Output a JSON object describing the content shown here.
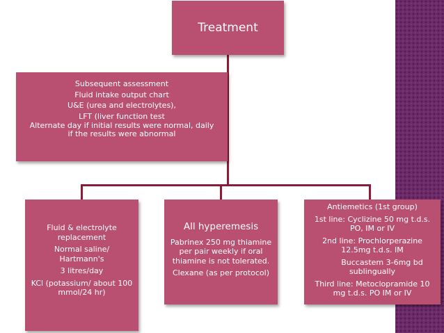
{
  "treatment": {
    "title": "Treatment"
  },
  "assessment": {
    "heading": "Subsequent assessment",
    "line1": "Fluid intake output chart",
    "line2": "U&E (urea and electrolytes),",
    "line3": "LFT (liver function test",
    "line4a": "Alternate day if initial results were normal, daily",
    "line4b": "if the results were abnormal"
  },
  "fluid": {
    "heading_a": "Fluid & electrolyte",
    "heading_b": "replacement",
    "item1a": "Normal saline/",
    "item1b": "Hartmann's",
    "item2": "3 litres/day",
    "item3a": "KCl (potassium/ about 100",
    "item3b": "mmol/24 hr)"
  },
  "hyperemesis": {
    "heading": "All hyperemesis",
    "line1a": "Pabrinex 250 mg thiamine",
    "line1b": "per pair weekly if oral",
    "line1c": "thiamine is not tolerated.",
    "line2": "Clexane (as per protocol)"
  },
  "antiemetics": {
    "heading": "Antiemetics (1st group)",
    "line1a": "1st line: Cyclizine 50 mg t.d.s.",
    "line1b": "PO, IM or IV",
    "line2a": "2nd line: Prochlorperazine",
    "line2b": "12.5mg t.d.s. IM",
    "line3a": "Buccastem 3-6mg bd",
    "line3b": "sublingually",
    "line4a": "Third line: Metoclopramide 10",
    "line4b": "mg t.d.s. PO IM or IV"
  },
  "colors": {
    "box_fill": "#b94f71",
    "connector": "#8a1c3a",
    "sidebar": "#6e2a6b"
  }
}
